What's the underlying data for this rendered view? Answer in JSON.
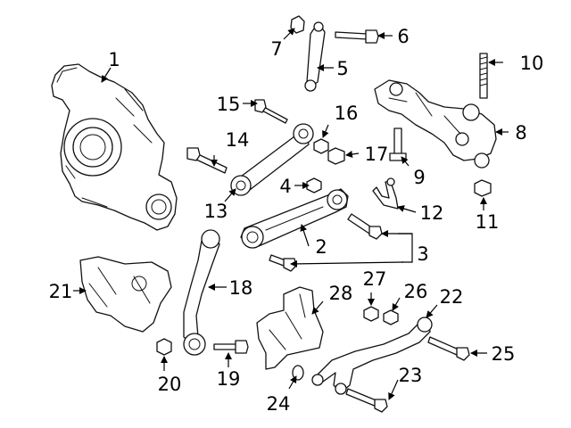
{
  "diagram": {
    "ink_color": "#000000",
    "background": "#ffffff",
    "callouts": [
      {
        "id": "1",
        "label": "1",
        "part": "wheel-knuckle"
      },
      {
        "id": "2",
        "label": "2",
        "part": "lower-control-arm"
      },
      {
        "id": "3",
        "label": "3",
        "part": "arm-bolts"
      },
      {
        "id": "4",
        "label": "4",
        "part": "nut"
      },
      {
        "id": "5",
        "label": "5",
        "part": "stabilizer-link"
      },
      {
        "id": "6",
        "label": "6",
        "part": "link-bolt"
      },
      {
        "id": "7",
        "label": "7",
        "part": "link-nut"
      },
      {
        "id": "8",
        "label": "8",
        "part": "crossmember-bracket"
      },
      {
        "id": "9",
        "label": "9",
        "part": "bracket-bolt"
      },
      {
        "id": "10",
        "label": "10",
        "part": "stud"
      },
      {
        "id": "11",
        "label": "11",
        "part": "bracket-nut"
      },
      {
        "id": "12",
        "label": "12",
        "part": "bracket-clip"
      },
      {
        "id": "13",
        "label": "13",
        "part": "upper-control-arm"
      },
      {
        "id": "14",
        "label": "14",
        "part": "arm-bolt"
      },
      {
        "id": "15",
        "label": "15",
        "part": "arm-bolt"
      },
      {
        "id": "16",
        "label": "16",
        "part": "nut"
      },
      {
        "id": "17",
        "label": "17",
        "part": "nut"
      },
      {
        "id": "18",
        "label": "18",
        "part": "trailing-arm"
      },
      {
        "id": "19",
        "label": "19",
        "part": "bolt"
      },
      {
        "id": "20",
        "label": "20",
        "part": "nut"
      },
      {
        "id": "21",
        "label": "21",
        "part": "shield"
      },
      {
        "id": "22",
        "label": "22",
        "part": "toe-link-arm"
      },
      {
        "id": "23",
        "label": "23",
        "part": "bolt"
      },
      {
        "id": "24",
        "label": "24",
        "part": "washer"
      },
      {
        "id": "25",
        "label": "25",
        "part": "bolt"
      },
      {
        "id": "26",
        "label": "26",
        "part": "nut"
      },
      {
        "id": "27",
        "label": "27",
        "part": "nut"
      },
      {
        "id": "28",
        "label": "28",
        "part": "bracket"
      }
    ]
  }
}
